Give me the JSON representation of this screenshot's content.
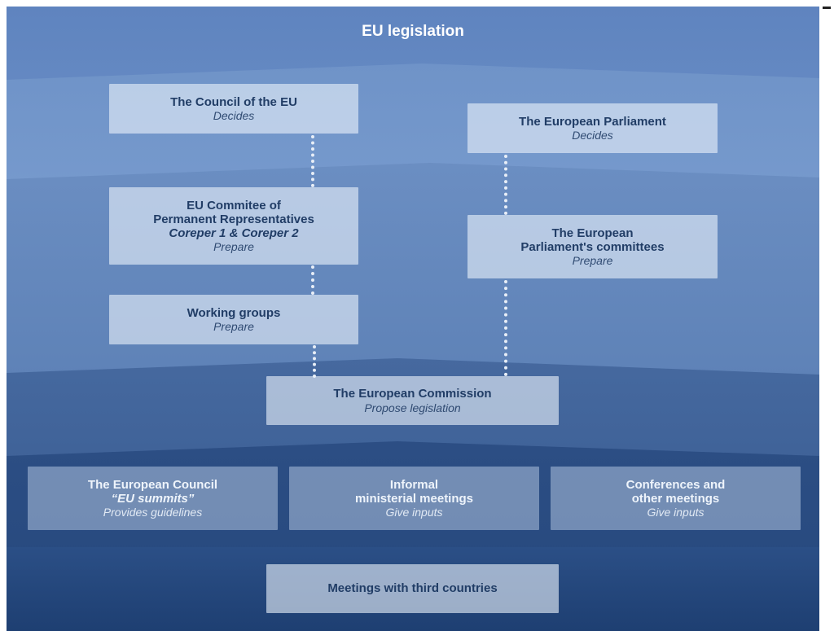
{
  "title": "EU legislation",
  "colors": {
    "band_top": "#7fa2d3",
    "band_bottom": "#1f3f74",
    "box_light": "#dfe8f4",
    "box_text_dark": "#213d66",
    "box_text_light": "#eef4fb"
  },
  "nodes": {
    "council_eu": {
      "name": "The Council of the EU",
      "role": "Decides"
    },
    "european_parliament": {
      "name": "The European Parliament",
      "role": "Decides"
    },
    "coreper": {
      "line1": "EU Commitee of",
      "line2": "Permanent Representatives",
      "line3": "Coreper 1 & Coreper 2",
      "role": "Prepare"
    },
    "parliament_committees": {
      "line1": "The European",
      "line2": "Parliament's committees",
      "role": "Prepare"
    },
    "working_groups": {
      "name": "Working groups",
      "role": "Prepare"
    },
    "commission": {
      "name": "The European Commission",
      "role": "Propose legislation"
    },
    "european_council": {
      "name": "The European Council",
      "subtitle": "“EU summits”",
      "role": "Provides guidelines"
    },
    "informal_meetings": {
      "line1": "Informal",
      "line2": "ministerial meetings",
      "role": "Give inputs"
    },
    "conferences": {
      "line1": "Conferences and",
      "line2": "other meetings",
      "role": "Give inputs"
    },
    "third_countries": {
      "name": "Meetings with third countries"
    }
  }
}
